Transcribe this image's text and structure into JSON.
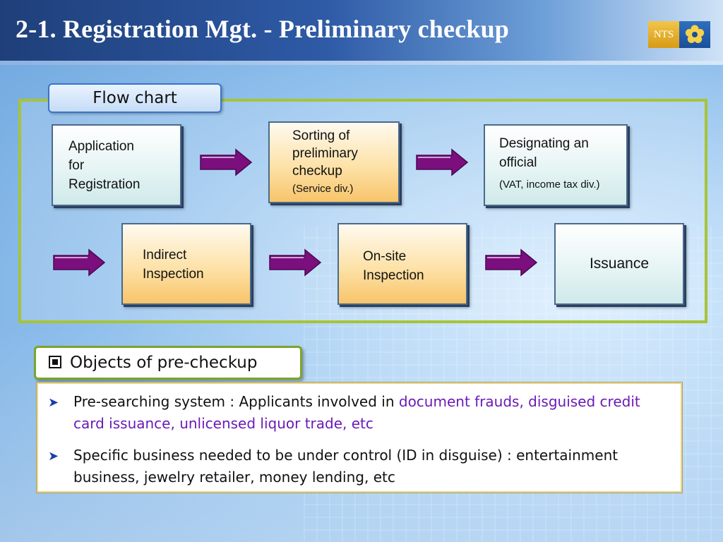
{
  "header": {
    "title": "2-1. Registration Mgt. - Preliminary checkup",
    "logo_text": "NTS"
  },
  "flow": {
    "label": "Flow chart",
    "steps": {
      "application": [
        "Application",
        "for",
        "Registration"
      ],
      "sorting": [
        "Sorting of",
        "preliminary",
        "checkup"
      ],
      "sorting_note": "(Service div.)",
      "designating": [
        "Designating an",
        "official"
      ],
      "designating_note": "(VAT, income tax div.)",
      "indirect": [
        "Indirect",
        "Inspection"
      ],
      "onsite": [
        "On-site",
        "Inspection"
      ],
      "issuance": "Issuance"
    }
  },
  "objects": {
    "header": "Objects of pre-checkup",
    "bullets": [
      {
        "text": "Pre-searching system : Applicants involved in ",
        "highlight": "document frauds, disguised credit card issuance, unlicensed liquor trade, etc"
      },
      {
        "text": "Specific business needed to be under control (ID in disguise) : entertainment  business, jewelry retailer, money lending, etc",
        "highlight": ""
      }
    ]
  },
  "colors": {
    "title_bar": "#2e5aa6",
    "frame_border": "#a6c436",
    "arrow": "#7b0f7e",
    "highlight_text": "#6a1ab8",
    "blue_box": "#cfe9ea",
    "orange_box": "#f8c46a"
  },
  "icons": {
    "arrow": "arrow-right-icon",
    "bullet": "arrowhead-bullet-icon",
    "logo": "flower-emblem-icon"
  }
}
